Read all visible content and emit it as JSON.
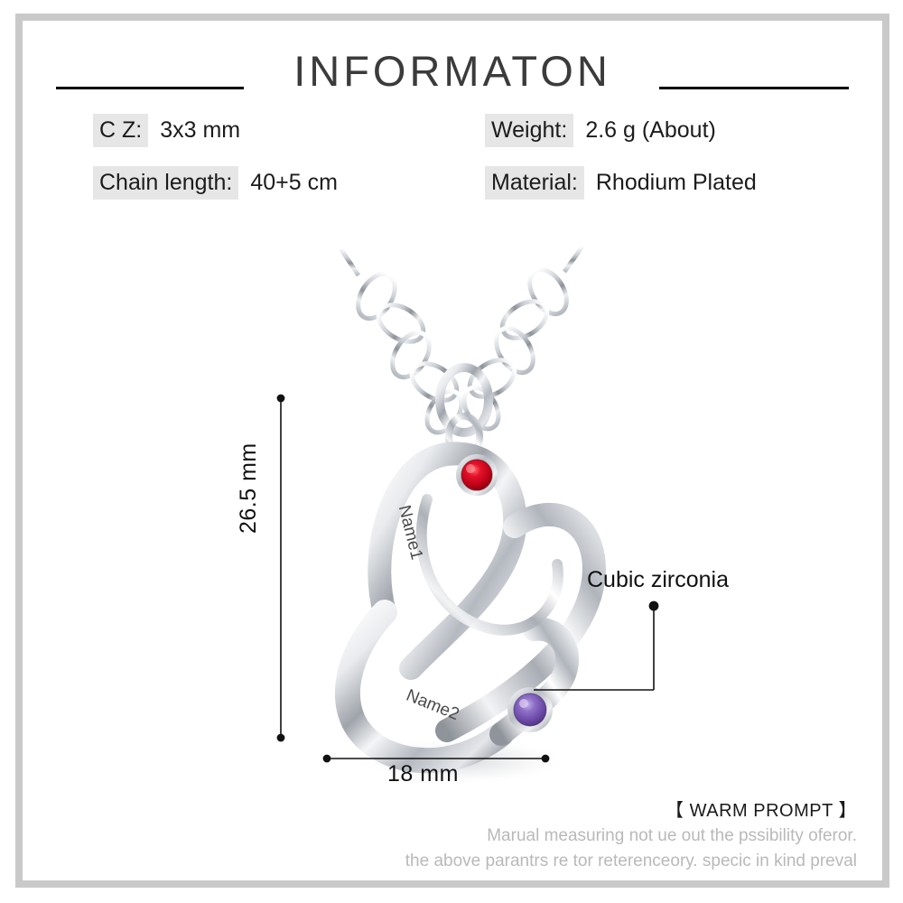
{
  "header": {
    "title": "INFORMATON",
    "rule_left": "horizontal-rule",
    "rule_right": "horizontal-rule"
  },
  "specs": {
    "rows": [
      {
        "label": "C Z:",
        "value": "3x3 mm"
      },
      {
        "label": "Chain length:",
        "value": "40+5 cm"
      },
      {
        "label": "Weight:",
        "value": "2.6 g (About)"
      },
      {
        "label": "Material:",
        "value": "Rhodium Plated"
      }
    ]
  },
  "product": {
    "engravings": [
      {
        "name": "engraving-name1",
        "text": "Name1"
      },
      {
        "name": "engraving-name2",
        "text": "Name2"
      }
    ],
    "gems": [
      {
        "name": "red-gem",
        "color": "#c3001a"
      },
      {
        "name": "purple-gem",
        "color": "#7b5ab8"
      }
    ],
    "metal_color": "#d8dade"
  },
  "annotations": {
    "height_label": "26.5 mm",
    "width_label": "18 mm",
    "callout_label": "Cubic zirconia"
  },
  "warm_prompt": {
    "title": "【 WARM PROMPT 】",
    "lines": [
      "Marual measuring not ue out the pssibility oferor.",
      "the above parantrs re tor reterenceory. specic in kind preval"
    ]
  },
  "colors": {
    "frame": "#c9c9c9",
    "label_highlight": "#e6e6e6",
    "title_text": "#3b3b3b",
    "prompt_text": "#b9b9b9"
  }
}
